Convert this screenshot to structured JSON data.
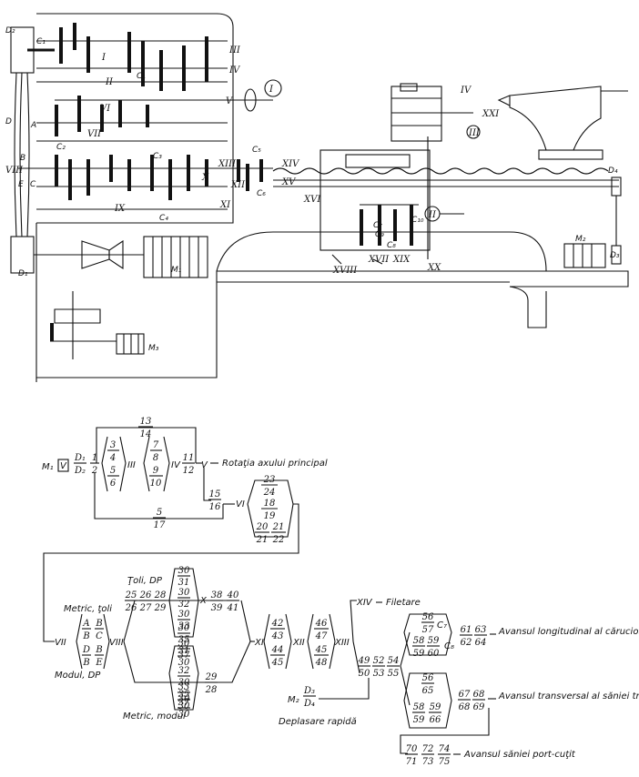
{
  "top_labels": {
    "motor_main": "M₁",
    "motor_rapid": "M₂",
    "motor_pump": "M₃",
    "pulleys": [
      "D₁",
      "D₂",
      "D₃",
      "D₄"
    ],
    "roman_shafts": [
      "I",
      "II",
      "III",
      "IV",
      "V",
      "VI",
      "VII",
      "VIII",
      "IX",
      "X",
      "XI",
      "XII",
      "XIII",
      "XIV",
      "XV",
      "XVI",
      "XVII",
      "XVIII",
      "XIX",
      "XX",
      "XXI"
    ],
    "couplings": [
      "C₁",
      "C₂",
      "C₃",
      "C₄",
      "C₅",
      "C₆",
      "C₇",
      "C₈",
      "C₉",
      "C₁₀"
    ],
    "motions": [
      "I",
      "II",
      "III"
    ],
    "letters": [
      "A",
      "B",
      "C",
      "D",
      "E"
    ]
  },
  "kinematic": {
    "motor": "M₁",
    "clutch": "V",
    "pulley_ratio": [
      "D₁",
      "D₂"
    ],
    "r12": [
      "1",
      "2"
    ],
    "r34": [
      "3",
      "4"
    ],
    "r56": [
      "5",
      "6"
    ],
    "III": "III",
    "r78": [
      "7",
      "8"
    ],
    "r910": [
      "9",
      "10"
    ],
    "IV": "IV",
    "r1112": [
      "11",
      "12"
    ],
    "r1314": [
      "13",
      "14"
    ],
    "V": "V",
    "main_rotation": "Rotaţia axului principal",
    "r1516": [
      "15",
      "16"
    ],
    "r517": [
      "5",
      "17"
    ],
    "VI": "VI",
    "r2324": [
      "23",
      "24"
    ],
    "r1819": [
      "18",
      "19"
    ],
    "r2021": [
      "20",
      "21"
    ],
    "r2122": [
      "21",
      "22"
    ],
    "VII": "VII",
    "metric_toli": "Metric, ţoli",
    "modul_dp": "Modul, DP",
    "AB": [
      "A",
      "B"
    ],
    "BC": [
      "B",
      "C"
    ],
    "DB": [
      "D",
      "B"
    ],
    "BE": [
      "B",
      "E"
    ],
    "VIII": "VIII",
    "toli_dp": "Ţoli, DP",
    "r2526": [
      "25",
      "26"
    ],
    "r2627": [
      "26",
      "27"
    ],
    "r2829": [
      "28",
      "29"
    ],
    "r3031": [
      "30",
      "31"
    ],
    "r3032": [
      "30",
      "32"
    ],
    "r3033": [
      "30",
      "33"
    ],
    "r3035": [
      "30",
      "35"
    ],
    "r3037": [
      "30",
      "37"
    ],
    "X": "X",
    "r3839": [
      "38",
      "39"
    ],
    "r4041": [
      "40",
      "41"
    ],
    "metric_modul": "Metric, modul",
    "r3130": [
      "31",
      "30"
    ],
    "r3230": [
      "32",
      "30"
    ],
    "r3330": [
      "33",
      "30"
    ],
    "r3530": [
      "35",
      "30"
    ],
    "r3730": [
      "37",
      "30"
    ],
    "r2928": [
      "29",
      "28"
    ],
    "XI": "XI",
    "r4243": [
      "42",
      "43"
    ],
    "r4445": [
      "44",
      "45"
    ],
    "XII": "XII",
    "r4647": [
      "46",
      "47"
    ],
    "r4548": [
      "45",
      "48"
    ],
    "XIII": "XIII",
    "XIV": "XIV",
    "threading": "Filetare",
    "r4950": [
      "49",
      "50"
    ],
    "r5253": [
      "52",
      "53"
    ],
    "r5455": [
      "54",
      "55"
    ],
    "r5657": [
      "56",
      "57"
    ],
    "C7": "C₇",
    "r5859": [
      "58",
      "59"
    ],
    "r5960": [
      "59",
      "60"
    ],
    "C8": "C₈",
    "r6162": [
      "61",
      "62"
    ],
    "r6364": [
      "63",
      "64"
    ],
    "long_feed": "Avansul longitudinal al căruciorului",
    "r5665": [
      "56",
      "65"
    ],
    "r5966": [
      "59",
      "66"
    ],
    "r6768": [
      "67",
      "68"
    ],
    "r6869": [
      "68",
      "69"
    ],
    "trans_feed": "Avansul transversal al săniei transversale",
    "motor2": "M₂",
    "D34": [
      "D₃",
      "D₄"
    ],
    "rapid": "Deplasare rapidă",
    "r7071": [
      "70",
      "71"
    ],
    "r7273": [
      "72",
      "73"
    ],
    "r7475": [
      "74",
      "75"
    ],
    "toolslide_feed": "Avansul săniei port-cuţit"
  }
}
